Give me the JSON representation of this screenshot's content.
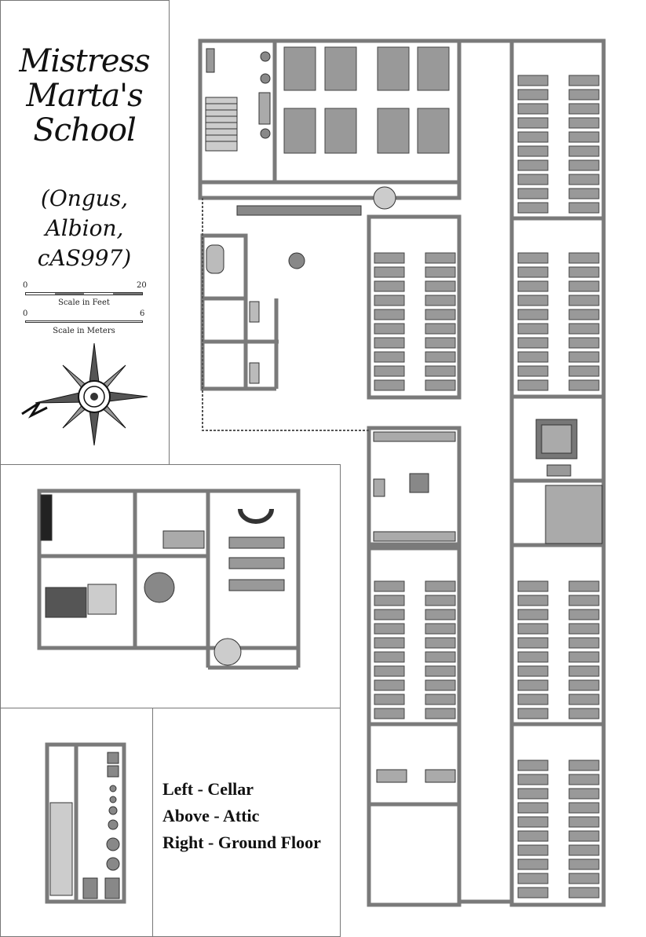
{
  "title": {
    "line1": "Mistress",
    "line2": "Marta's",
    "line3": "School",
    "subtitle1": "(Ongus,",
    "subtitle2": "Albion,",
    "subtitle3": "cAS997)"
  },
  "scale_feet": {
    "min": "0",
    "max": "20",
    "caption": "Scale in Feet"
  },
  "scale_meters": {
    "min": "0",
    "max": "6",
    "caption": "Scale in Meters"
  },
  "compass": {
    "icon": "compass-rose-icon"
  },
  "legend": {
    "line1": "Left - Cellar",
    "line2": "Above - Attic",
    "line3": "Right - Ground Floor"
  },
  "colors": {
    "wall": "#7a7a7a",
    "furniture": "#9a9a9a",
    "ink": "#111111"
  }
}
